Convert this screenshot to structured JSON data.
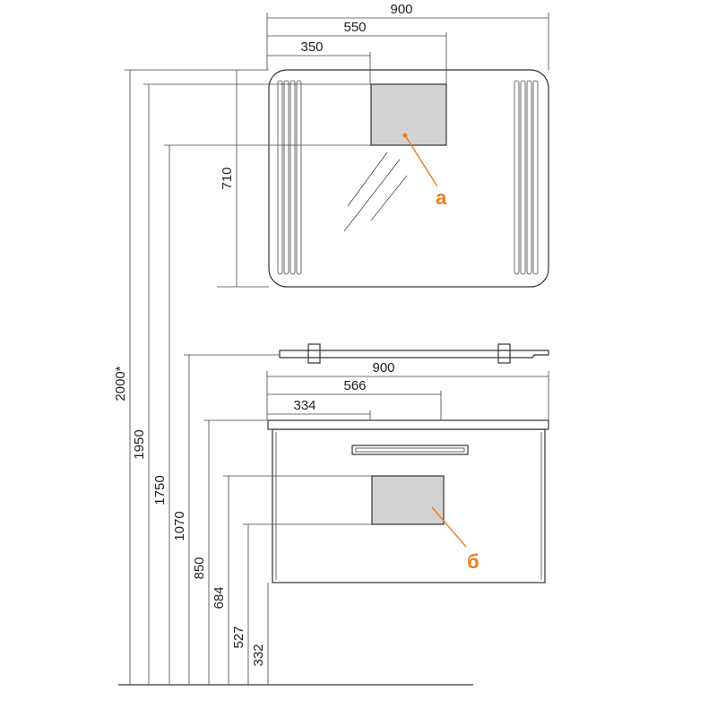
{
  "mirror": {
    "width_total": "900",
    "width_mid": "550",
    "width_left": "350",
    "height": "710",
    "zone_label": "а"
  },
  "cabinet": {
    "width_total": "900",
    "width_mid": "566",
    "width_left": "334",
    "zone_label": "б"
  },
  "heights": {
    "h2000": "2000*",
    "h1950": "1950",
    "h1750": "1750",
    "h1070": "1070",
    "h850": "850",
    "h684": "684",
    "h527": "527",
    "h332": "332"
  },
  "colors": {
    "accent": "#f07d1a",
    "zone_fill": "#d3d3d3"
  }
}
